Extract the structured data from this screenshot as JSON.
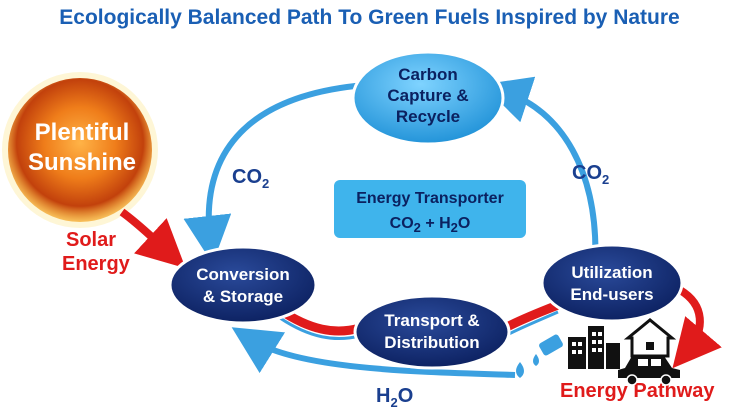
{
  "title": "Ecologically Balanced Path To Green Fuels Inspired by Nature",
  "sun": {
    "line1": "Plentiful",
    "line2": "Sunshine"
  },
  "solar_label": {
    "line1": "Solar",
    "line2": "Energy"
  },
  "nodes": {
    "carbon": {
      "line1": "Carbon",
      "line2": "Capture &",
      "line3": "Recycle"
    },
    "conversion": {
      "line1": "Conversion",
      "line2": "& Storage"
    },
    "transport": {
      "line1": "Transport &",
      "line2": "Distribution"
    },
    "utilization": {
      "line1": "Utilization",
      "line2": "End-users"
    }
  },
  "transporter": {
    "line1": "Energy Transporter",
    "co2_base": "CO",
    "co2_sub": "2",
    "plus": " + H",
    "h2o_sub": "2",
    "h2o_end": "O"
  },
  "co2_left": {
    "base": "CO",
    "sub": "2"
  },
  "co2_right": {
    "base": "CO",
    "sub": "2"
  },
  "h2o": {
    "base": "H",
    "sub": "2",
    "end": "O"
  },
  "energy_pathway": "Energy Pathway",
  "colors": {
    "title": "#1a5fb4",
    "dark_node": "#0b2160",
    "light_node": "#2fa8e8",
    "arrow_blue": "#3ba0e0",
    "red": "#e01b1b"
  }
}
